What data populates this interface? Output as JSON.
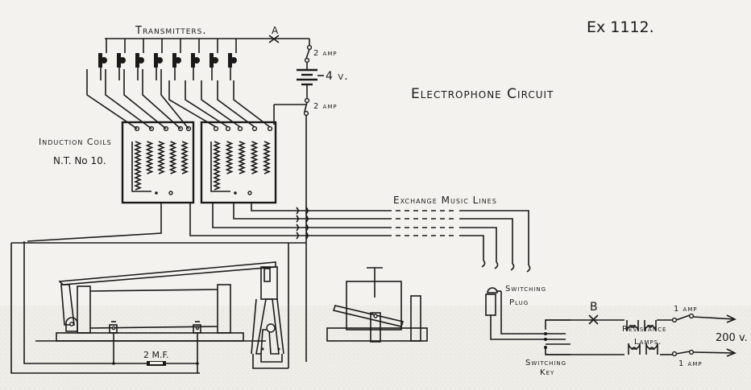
{
  "document": {
    "reference": "Ex 1112.",
    "title": "Electrophone Circuit"
  },
  "labels": {
    "transmitters": "Transmitters.",
    "point_a": "A",
    "point_b": "B",
    "fuse_top": "2 amp",
    "fuse_bottom": "2 amp",
    "battery": "4 v.",
    "induction_coils_line1": "Induction Coils",
    "induction_coils_line2": "N.T. No 10.",
    "exchange_music_lines": "Exchange   Music Lines",
    "switching_plug_line1": "Switching",
    "switching_plug_line2": "Plug",
    "switching_key_line1": "Switching",
    "switching_key_line2": "Key",
    "resistance_lamps_line1": "Resistance",
    "resistance_lamps_line2": "Lamps.",
    "fuse_lamp_top": "1 amp",
    "fuse_lamp_bottom": "1 amp",
    "supply_voltage": "200 v.",
    "capacitor": "2 M.F."
  },
  "components": {
    "transmitter_count": 8,
    "induction_coil_units": 2,
    "music_line_count": 4,
    "resistance_lamp_count": 4
  },
  "colors": {
    "ink": "#1a1a1a",
    "paper": "#f3f2ee"
  }
}
